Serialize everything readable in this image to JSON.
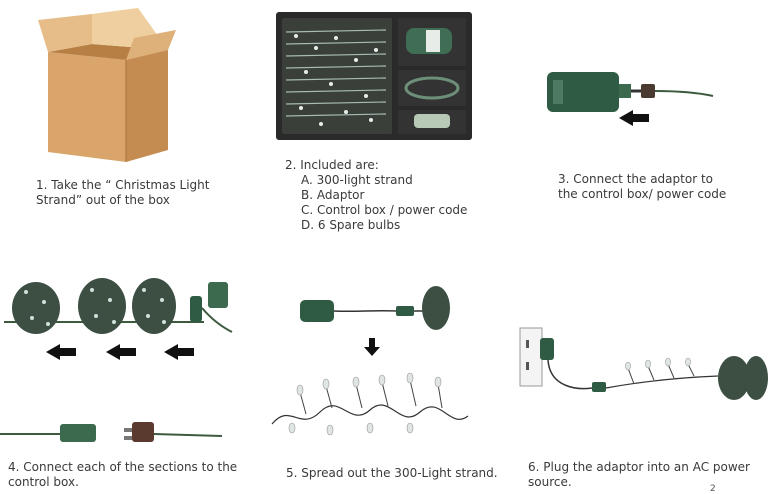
{
  "steps": [
    {
      "number": "1.",
      "lines": [
        "1. Take the “ Christmas Light",
        "Strand” out of the box"
      ]
    },
    {
      "number": "2.",
      "intro": "2. Included are:",
      "items": [
        "A. 300-light strand",
        "B. Adaptor",
        "C. Control  box / power code",
        "D. 6 Spare bulbs"
      ]
    },
    {
      "number": "3.",
      "lines": [
        "3. Connect the adaptor to",
        "the control box/ power code"
      ]
    },
    {
      "number": "4.",
      "lines": [
        "4. Connect each of the sections to the",
        "control box."
      ]
    },
    {
      "number": "5.",
      "lines": [
        "5. Spread out the 300-Light strand."
      ]
    },
    {
      "number": "6.",
      "lines": [
        "6. Plug the adaptor into an AC power",
        "source."
      ]
    }
  ],
  "page_number": "2",
  "colors": {
    "wire_green": "#3d5a3f",
    "box_tan": "#d9a86b",
    "adaptor_green": "#2f5a43",
    "arrow": "#111111"
  }
}
